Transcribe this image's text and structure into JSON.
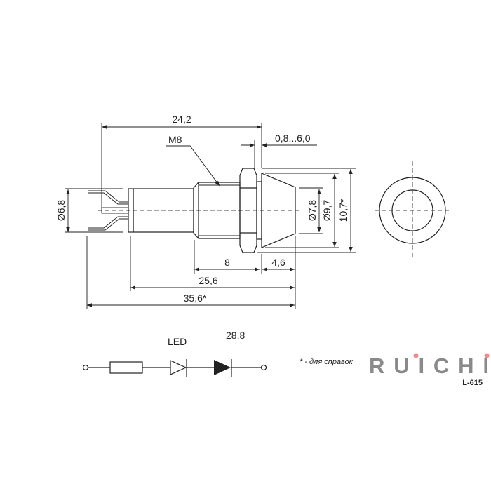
{
  "dimensions": {
    "overall_to_nut": "24,2",
    "panel_thickness": "0,8...6,0",
    "thread": "M8",
    "body_diameter": "Ø6,8",
    "lens_inner_diameter": "Ø7,8",
    "lens_outer_diameter": "Ø9,7",
    "nut_size": "10,7*",
    "thread_length": "8",
    "lens_length": "4,6",
    "body_length": "25,6",
    "total_length": "35,6*"
  },
  "schematic": {
    "led_label": "LED",
    "voltage_label": "28,8"
  },
  "footnote": "* - для справок",
  "brand": {
    "logo_text": "RUICHI",
    "model": "L-615",
    "logo_color": "#8a8a8a",
    "dot_color": "#f08a8a"
  }
}
